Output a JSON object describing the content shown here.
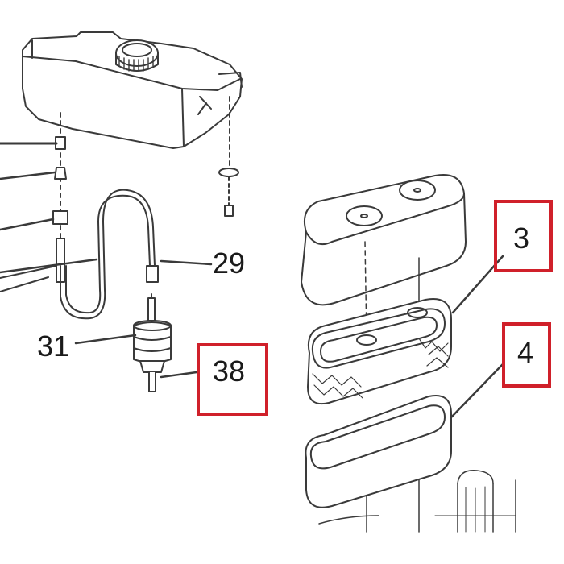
{
  "colors": {
    "line": "#3a3a3a",
    "highlight": "#d0202a",
    "background": "#ffffff"
  },
  "callouts": {
    "c29": "29",
    "c31": "31",
    "c38": "38",
    "c3": "3",
    "c4": "4"
  }
}
